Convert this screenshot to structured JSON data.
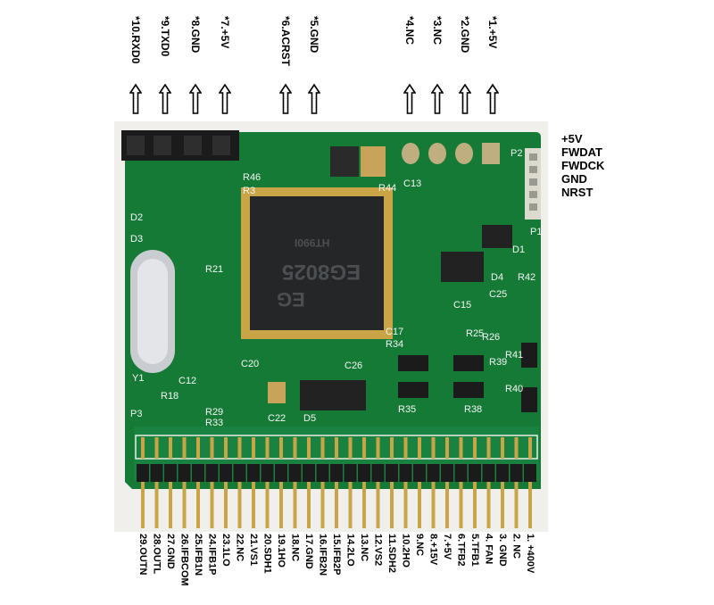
{
  "top_pins": [
    {
      "label": "*10.RXD0"
    },
    {
      "label": "*9.TXD0"
    },
    {
      "label": "*8.GND"
    },
    {
      "label": "*7.+5V"
    },
    {
      "label": "*6.ACRST"
    },
    {
      "label": "*5.GND"
    },
    {
      "label": "*4.NC"
    },
    {
      "label": "*3.NC"
    },
    {
      "label": "*2.GND"
    },
    {
      "label": "*1.+5V"
    }
  ],
  "side_pins": [
    "+5V",
    "FWDAT",
    "FWDCK",
    "GND",
    "NRST"
  ],
  "bottom_pins": [
    "29.OUTN",
    "28.OUTL",
    "27.GND",
    "26.IFBCOM",
    "25.IFB1N",
    "24.IFB1P",
    "23.1LO",
    "22.NC",
    "21.VS1",
    "20.SDH1",
    "19.1HO",
    "18.NC",
    "17.GND",
    "16.IFB2N",
    "15.IFB2P",
    "14.2LO",
    "13.NC",
    "12.VS2",
    "11.SDH2",
    "10.2HO",
    "9.NC",
    "8.+15V",
    "7.+5V",
    "6.TFB2",
    "5.TFB1",
    "4. FAN",
    "3. GND",
    "2. NC",
    "1. +400V"
  ],
  "chip": {
    "brand": "EG",
    "model": "EG8025",
    "code": "HT990I"
  },
  "silkscreen": [
    "R46",
    "R3",
    "R44",
    "C13",
    "R21",
    "C12",
    "R18",
    "R29",
    "R33",
    "C20",
    "C22",
    "D5",
    "C26",
    "R35",
    "R38",
    "R39",
    "R41",
    "R40",
    "C15",
    "C17",
    "R34",
    "R25",
    "R26",
    "D4",
    "R42",
    "C25",
    "D1",
    "P1",
    "P2",
    "P3",
    "Y1",
    "D3",
    "D2"
  ],
  "colors": {
    "board": "#167a37",
    "board_dark": "#0f5e2a",
    "arrow": "#000000",
    "header": "#1b1b1b",
    "pin": "#c9a548"
  }
}
